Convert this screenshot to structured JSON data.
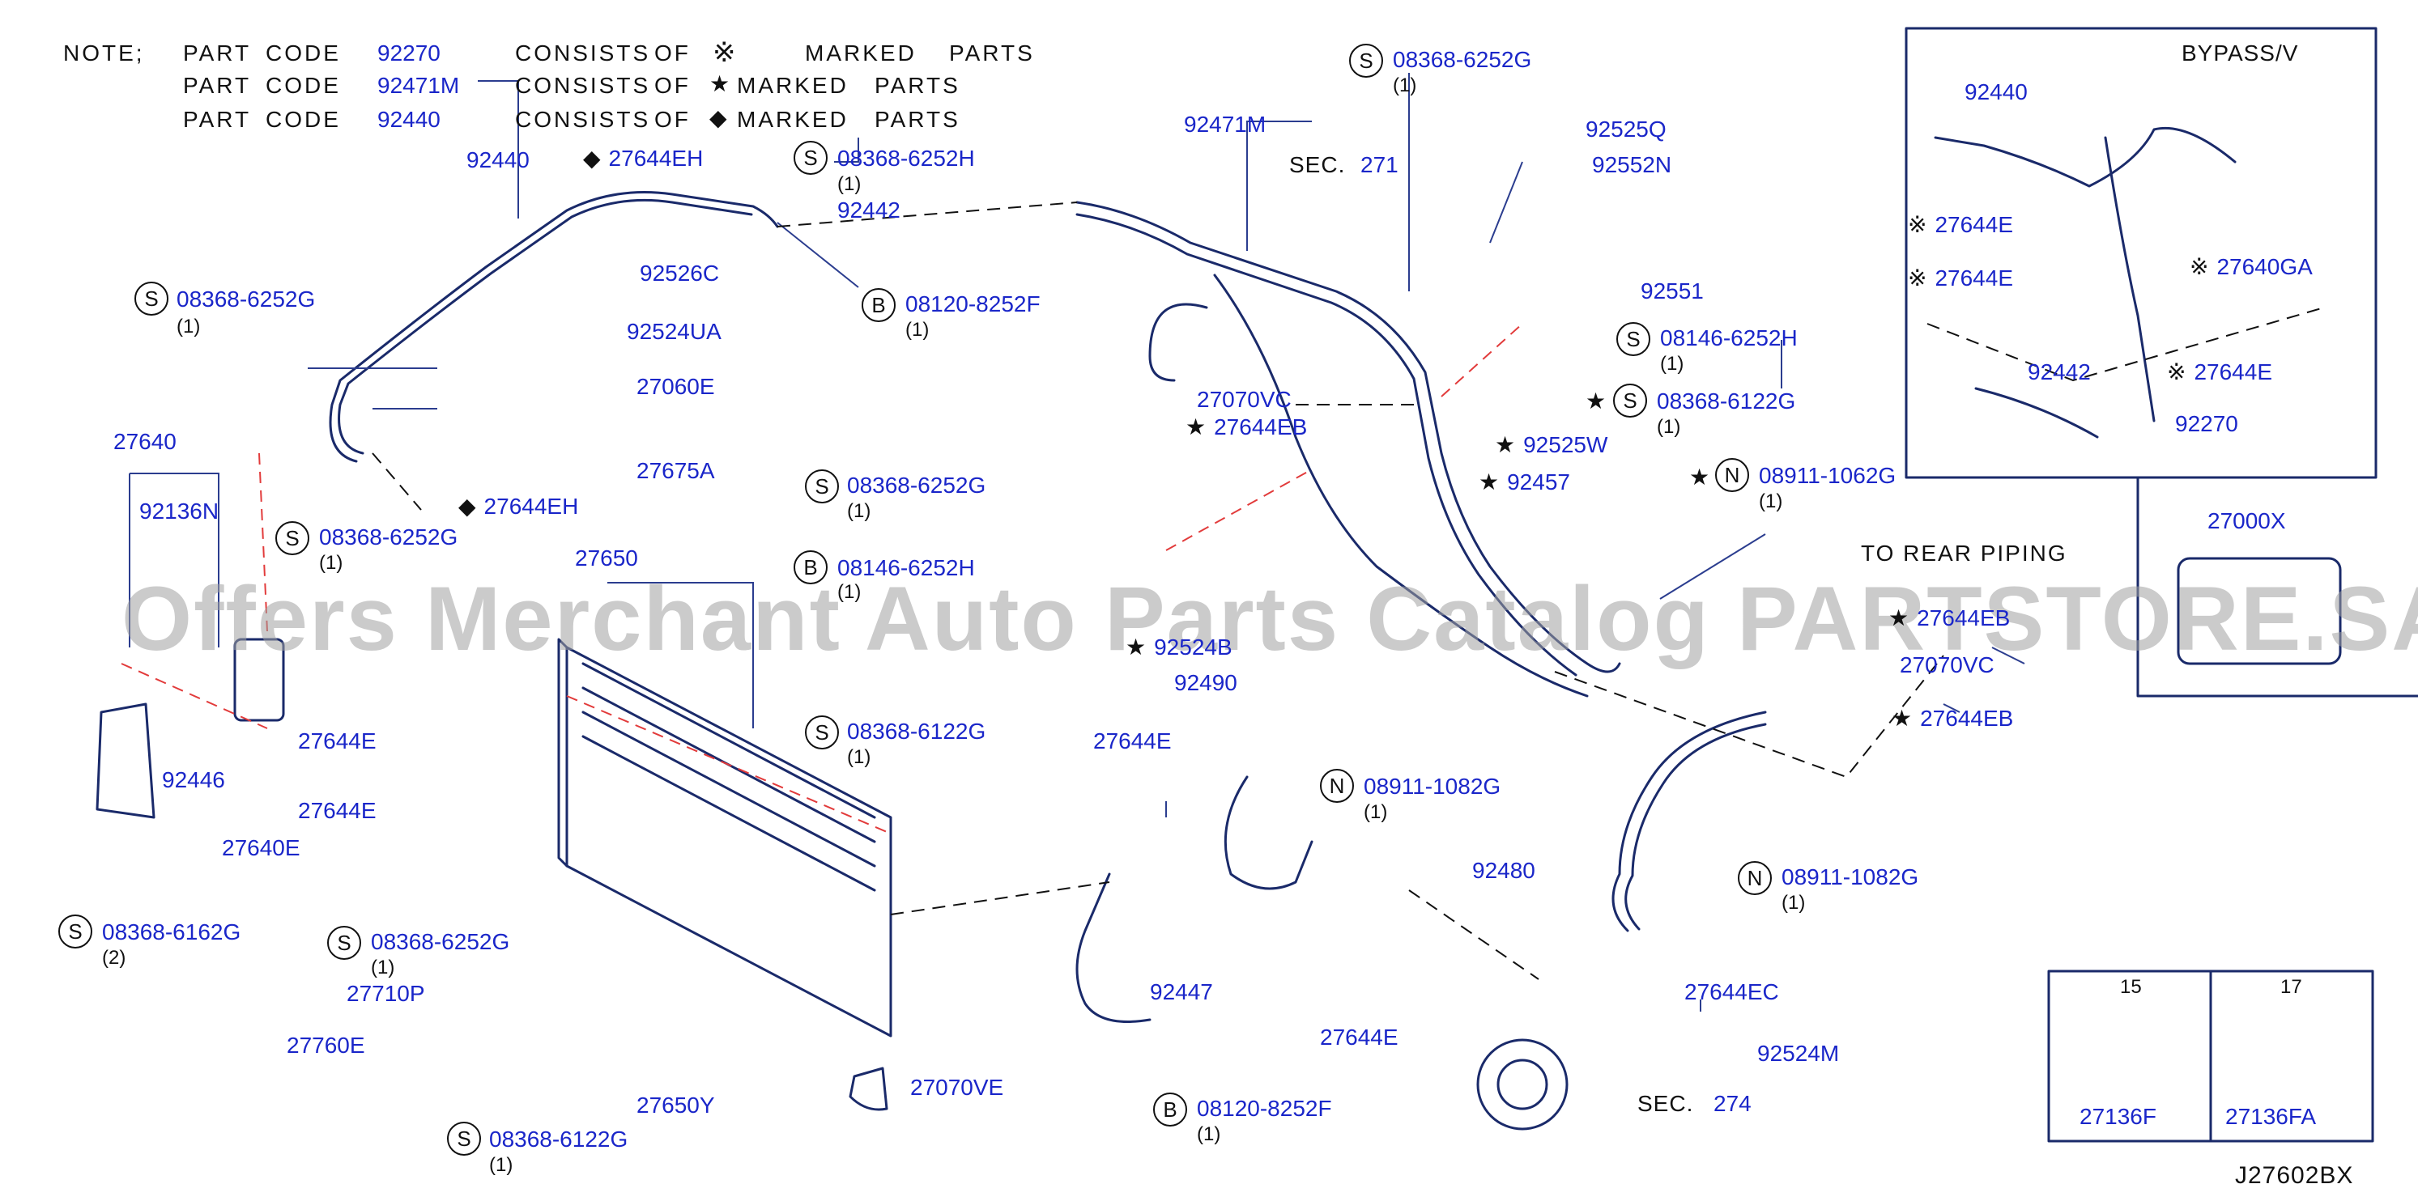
{
  "notes": {
    "note_label": "NOTE;",
    "rows": [
      {
        "part_label": "PART",
        "code_label": "CODE",
        "code": "92270",
        "consists": "CONSISTS",
        "of": "OF",
        "marker": "※",
        "marked": "MARKED",
        "parts": "PARTS"
      },
      {
        "part_label": "PART",
        "code_label": "CODE",
        "code": "92471M",
        "consists": "CONSISTS",
        "of": "OF",
        "marker": "★",
        "marked": "MARKED",
        "parts": "PARTS"
      },
      {
        "part_label": "PART",
        "code_label": "CODE",
        "code": "92440",
        "consists": "CONSISTS",
        "of": "OF",
        "marker": "◆",
        "marked": "MARKED",
        "parts": "PARTS"
      }
    ]
  },
  "watermark": "Offers Merchant Auto Parts Catalog PARTSTORE.SA",
  "labels": {
    "p92440": "92440",
    "p27644EH_top": "27644EH",
    "p08368_6252H": "08368-6252H",
    "q08368_6252H": "(1)",
    "p92442": "92442",
    "p92526C": "92526C",
    "p08120_8252F_top": "08120-8252F",
    "q08120_8252F_top": "(1)",
    "p08368_6252G_a": "08368-6252G",
    "q08368_6252G_a": "(1)",
    "p92524UA": "92524UA",
    "p27060E": "27060E",
    "p27675A": "27675A",
    "p27644EH_bot": "27644EH",
    "p27640": "27640",
    "p92136N": "92136N",
    "p08368_6252G_b": "08368-6252G",
    "q08368_6252G_b": "(1)",
    "p27650": "27650",
    "p08368_6252G_c": "08368-6252G",
    "q08368_6252G_c": "(1)",
    "p08146_6252H_mid": "08146-6252H",
    "q08146_6252H_mid": "(1)",
    "p27644E_a": "27644E",
    "p27644E_b": "27644E",
    "p92446": "92446",
    "p27640E": "27640E",
    "p08368_6162G": "08368-6162G",
    "q08368_6162G": "(2)",
    "p08368_6252G_d": "08368-6252G",
    "q08368_6252G_d": "(1)",
    "p27710P": "27710P",
    "p27760E": "27760E",
    "p08368_6122G_a": "08368-6122G",
    "q08368_6122G_a": "(1)",
    "p27650Y": "27650Y",
    "p27070VE": "27070VE",
    "p08368_6122G_b": "08368-6122G",
    "q08368_6122G_b": "(1)",
    "p27644E_c": "27644E",
    "p92490": "92490",
    "p92524B": "92524B",
    "p08911_1082G_a": "08911-1082G",
    "q08911_1082G_a": "(1)",
    "p92447": "92447",
    "p08120_8252F_bot": "08120-8252F",
    "q08120_8252F_bot": "(1)",
    "p92471M": "92471M",
    "sec271_label": "SEC.",
    "sec271_num": "271",
    "p08368_6252G_e": "08368-6252G",
    "q08368_6252G_e": "(1)",
    "p92525Q": "92525Q",
    "p92552N": "92552N",
    "p92551": "92551",
    "p08146_6252H_r": "08146-6252H",
    "q08146_6252H_r": "(1)",
    "p27070VC_a": "27070VC",
    "p27644EB_a": "27644EB",
    "p08368_6122G_c": "08368-6122G",
    "q08368_6122G_c": "(1)",
    "p92525W": "92525W",
    "p92457": "92457",
    "p08911_1062G": "08911-1062G",
    "q08911_1062G": "(1)",
    "to_rear": "TO  REAR  PIPING",
    "p27644EB_b": "27644EB",
    "p27070VC_b": "27070VC",
    "p27644EB_c": "27644EB",
    "p92480": "92480",
    "p08911_1082G_b": "08911-1082G",
    "q08911_1082G_b": "(1)",
    "p27644EC": "27644EC",
    "p27644E_d": "27644E",
    "p92524M": "92524M",
    "sec274_label": "SEC.",
    "sec274_num": "274",
    "bypass_title": "BYPASS/V",
    "bp92440": "92440",
    "bp27644E_a": "27644E",
    "bp27640GA": "27640GA",
    "bp27644E_b": "27644E",
    "bp92442": "92442",
    "bp27644E_c": "27644E",
    "bp92270": "92270",
    "p27000X": "27000X",
    "dim15": "15",
    "dim17": "17",
    "p27136F": "27136F",
    "p27136FA": "27136FA",
    "diagram_code": "J27602BX"
  },
  "badges": {
    "S": "S",
    "B": "B",
    "N": "N"
  },
  "markers": {
    "star": "★",
    "diamond": "◆",
    "kome": "※"
  },
  "colors": {
    "label": "#1a26c9",
    "line": "#1a2a6a",
    "leader": "#2b3d8f",
    "dash_red": "#e23b3b"
  }
}
